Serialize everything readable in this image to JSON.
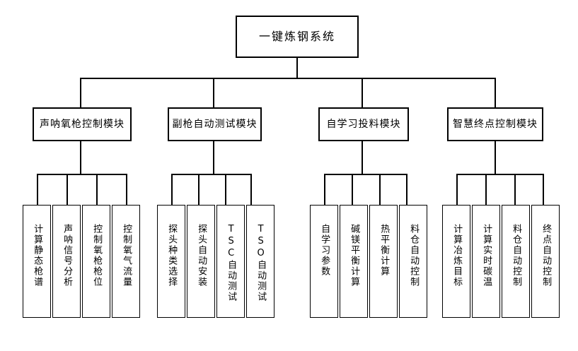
{
  "diagram": {
    "type": "hierarchy-tree",
    "title": "一键炼钢系统",
    "orientation": "top-down",
    "levels": 3,
    "colors": {
      "background": "#ffffff",
      "box_border": "#000000",
      "connector": "#000000",
      "text": "#000000"
    },
    "root": {
      "label": "一键炼钢系统"
    },
    "modules": [
      {
        "label": "声呐氧枪控制模块",
        "children": [
          {
            "label": "计算静态枪谱"
          },
          {
            "label": "声呐信号分析"
          },
          {
            "label": "控制氧枪枪位"
          },
          {
            "label": "控制氧气流量"
          }
        ]
      },
      {
        "label": "副枪自动测试模块",
        "children": [
          {
            "label": "探头种类选择"
          },
          {
            "label": "探头自动安装"
          },
          {
            "label": "TSC自动测试"
          },
          {
            "label": "TSO自动测试"
          }
        ]
      },
      {
        "label": "自学习投料模块",
        "children": [
          {
            "label": "自学习参数"
          },
          {
            "label": "碱镁平衡计算"
          },
          {
            "label": "热平衡计算"
          },
          {
            "label": "料仓自动控制"
          }
        ]
      },
      {
        "label": "智慧终点控制模块",
        "children": [
          {
            "label": "计算冶炼目标"
          },
          {
            "label": "计算实时碳温"
          },
          {
            "label": "料仓自动控制"
          },
          {
            "label": "终点自动控制"
          }
        ]
      }
    ]
  }
}
